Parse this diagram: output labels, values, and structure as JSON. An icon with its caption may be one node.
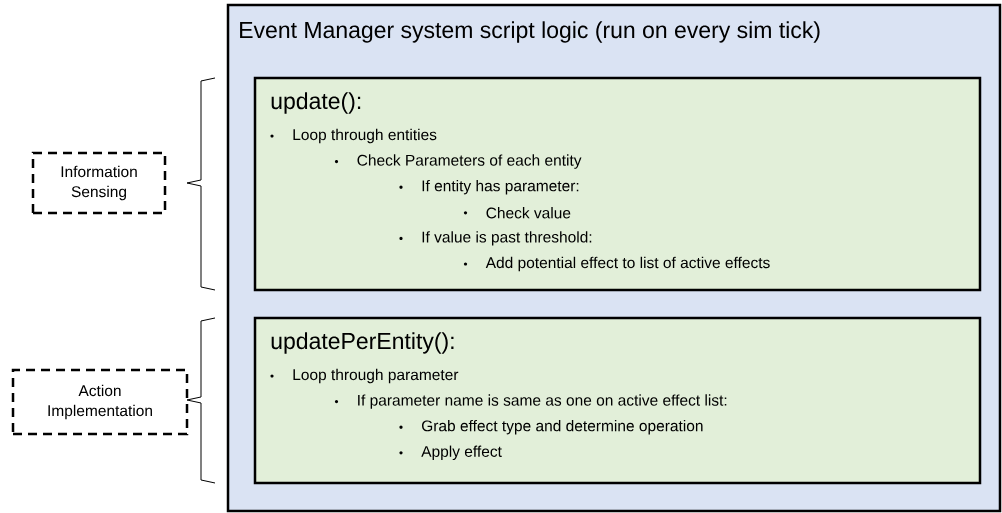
{
  "diagram": {
    "nodes": [
      {
        "text": [
          "Event Manager system script logic (run on every sim tick)"
        ]
      },
      {
        "text": [
          "update():",
          "Loop through entities",
          "Check Parameters of each entity",
          "If entity has parameter:",
          "Check value",
          "If value is past threshold:",
          "Add potential effect to list of active effects"
        ],
        "in": 0
      },
      {
        "text": [
          "updatePerEntity():",
          "Loop through parameter",
          "If parameter name is same as one on active effect list:",
          "Grab effect type and determine operation",
          "Apply effect"
        ],
        "in": 0
      },
      {
        "text": [
          "Information Sensing"
        ]
      },
      {
        "text": [
          "Action Implementation"
        ]
      }
    ]
  }
}
